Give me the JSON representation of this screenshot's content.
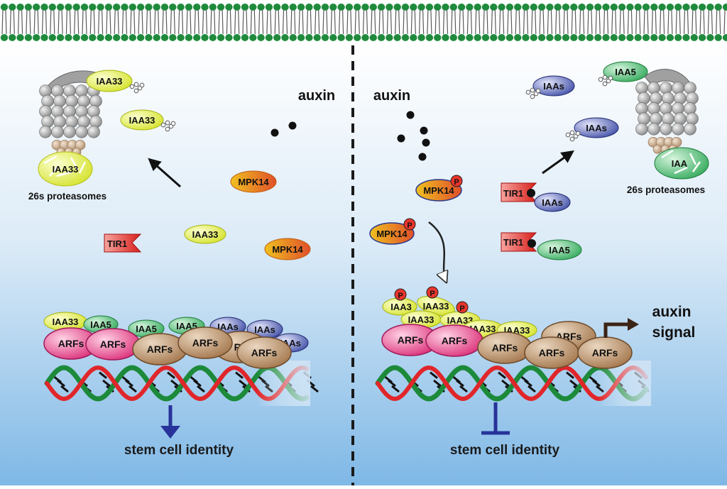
{
  "colors": {
    "membrane_head": "#1f8a3c",
    "membrane_tail": "#5a5a5a",
    "bg_top": "#ffffff",
    "bg_bottom": "#7fb8e6",
    "dash": "#1a1a1a",
    "iaa33": "#e6ef3a",
    "iaa5": "#3fbf68",
    "iaas": "#3a4aa6",
    "arfs_pink": "#e0307e",
    "arfs_brown": "#b88a5c",
    "mpk": "#f08a2a",
    "tir1": "#e8352c",
    "dna_red": "#e0262a",
    "dna_green": "#1c8a3a",
    "arrow_blue": "#27339a",
    "arrow_brown": "#3b2315"
  },
  "left": {
    "auxin": "auxin",
    "proteasome_label": "26s proteasomes",
    "iaa33_a": "IAA33",
    "iaa33_b": "IAA33",
    "iaa33_degraded": "IAA33",
    "mpk14_a": "MPK14",
    "mpk14_b": "MPK14",
    "tir1": "TIR1",
    "iaa33_free": "IAA33",
    "bound_iaa33": "IAA33",
    "bound_iaa5_a": "IAA5",
    "bound_iaa5_b": "IAA5",
    "bound_iaa5_c": "IAA5",
    "bound_iaas_a": "IAAs",
    "bound_iaas_b": "IAAs",
    "bound_iaas_c": "IAAs",
    "arfs_pink_a": "ARFs",
    "arfs_pink_b": "ARFs",
    "arfs_brown_a": "ARFs",
    "arfs_brown_b": "ARFs",
    "arfs_brown_c": "RF",
    "arfs_brown_d": "ARFs",
    "outcome": "stem cell identity"
  },
  "right": {
    "auxin": "auxin",
    "proteasome_label": "26s proteasomes",
    "iaa5_top": "IAA5",
    "iaas_top": "IAAs",
    "iaas_mid": "IAAs",
    "iaa_degraded": "IAA",
    "mpk14_a": "MPK14",
    "mpk14_b": "MPK14",
    "phospho": "P",
    "tir1_a": "TIR1",
    "tir1_b": "TIR1",
    "tir1_iaas": "IAAs",
    "tir1_iaa5": "IAA5",
    "p_iaa_a": "IAA3",
    "p_iaa_b": "IAA33",
    "p_iaa_c": "IAA33",
    "p_iaa_d": "IAA33",
    "p_iaa_e": "IAA33",
    "p_iaa_f": "IAA33",
    "arfs_pink_a": "ARFs",
    "arfs_pink_b": "ARFs",
    "arfs_brown_a": "ARFs",
    "arfs_brown_b": "ARFs",
    "arfs_brown_c": "ARFs",
    "arfs_brown_d": "ARFs",
    "signal": "auxin\nsignal",
    "signal_line1": "auxin",
    "signal_line2": "signal",
    "outcome": "stem cell identity"
  }
}
